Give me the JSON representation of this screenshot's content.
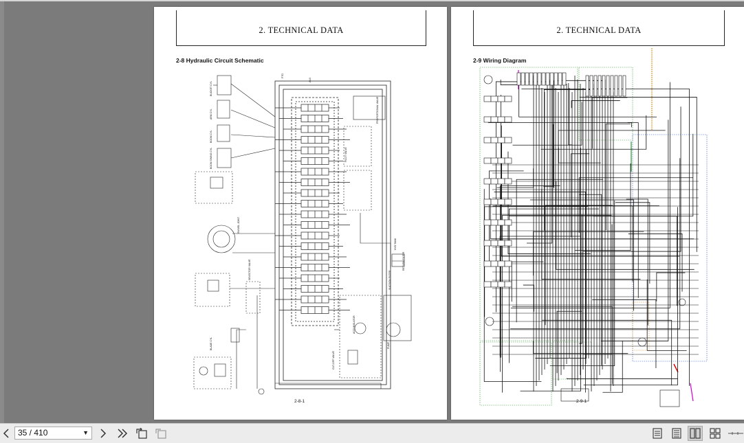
{
  "viewer": {
    "left_page": {
      "header": "2. TECHNICAL DATA",
      "section_title": "2-8 Hydraulic Circuit Schematic",
      "figure_label": "2-8-1",
      "labels": {
        "bucket_cyl": "BUCKET CYL",
        "arm_cyl": "ARM CYL",
        "boom_cyl": "BOOM CYL",
        "boom_swing_cyl": "BOOM SWING CYL",
        "swivel_joint": "SWIVEL JOINT",
        "selector_valve": "SELECTOR VALVE",
        "blade_cyl": "BLADE CYL",
        "pilot_valve": "PILOT VALVE",
        "accumulator": "ACCUMULATOR",
        "cut_off_valve": "CUT-OFF VALVE",
        "pump": "PUMP",
        "hyd_tank": "HYD TANK",
        "return_filter": "RETURN FILTER",
        "suction_filter": "SUCTION FILTER",
        "proportional_valve": "PROPORTIONAL VALVE",
        "pto": "PTO",
        "aux": "AUX"
      }
    },
    "right_page": {
      "header": "2. TECHNICAL DATA",
      "section_title": "2-9 Wiring Diagram",
      "figure_label": "2-9-1"
    }
  },
  "toolbar": {
    "page_indicator": "35 / 410",
    "icons": [
      "prev-page-icon",
      "next-page-icon",
      "last-page-icon",
      "rotate-icon",
      "fit-icon",
      "single-page-view-icon",
      "continuous-view-icon",
      "two-page-view-icon",
      "two-page-continuous-view-icon",
      "zoom-slider"
    ]
  },
  "colors": {
    "viewer_background": "#7b7b7b",
    "page_background": "#ffffff",
    "toolbar_background": "#ececec",
    "wire_accent_magenta": "#d000d0",
    "wire_accent_orange": "#e08000",
    "wire_accent_red": "#e00000",
    "wire_accent_green": "#2a9a2a",
    "wire_accent_blue": "#2050d0"
  }
}
